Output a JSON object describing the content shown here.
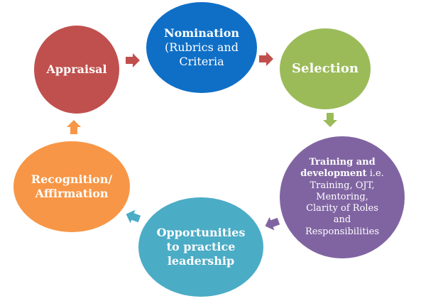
{
  "diagram": {
    "nodes": [
      {
        "id": "appraisal",
        "color": "#C0504D",
        "lines": [
          {
            "text": "Appraisal",
            "bold": true
          }
        ]
      },
      {
        "id": "nomination",
        "color": "#0F6FC6",
        "lines": [
          {
            "text": "Nomination",
            "bold": true
          },
          {
            "text": "(Rubrics and",
            "bold": false
          },
          {
            "text": "Criteria",
            "bold": false
          }
        ]
      },
      {
        "id": "selection",
        "color": "#9BBB59",
        "lines": [
          {
            "text": "Selection",
            "bold": true
          }
        ]
      },
      {
        "id": "training",
        "color": "#8064A2",
        "lines": [
          {
            "text": "Training and",
            "bold": true
          },
          {
            "text": "development",
            "bold": true,
            "suffix": " i.e."
          },
          {
            "text": "Training, OJT,",
            "bold": false
          },
          {
            "text": "Mentoring,",
            "bold": false
          },
          {
            "text": "Clarity of Roles",
            "bold": false
          },
          {
            "text": "and",
            "bold": false
          },
          {
            "text": "Responsibilities",
            "bold": false
          }
        ]
      },
      {
        "id": "opportunities",
        "color": "#4BACC6",
        "lines": [
          {
            "text": "Opportunities",
            "bold": true
          },
          {
            "text": "to practice",
            "bold": true
          },
          {
            "text": "leadership",
            "bold": true
          }
        ]
      },
      {
        "id": "recognition",
        "color": "#F79646",
        "lines": [
          {
            "text": "Recognition/",
            "bold": true
          },
          {
            "text": "Affirmation",
            "bold": true
          }
        ]
      }
    ],
    "arrows": [
      {
        "id": "appraisal-to-nomination",
        "color": "#C0504D"
      },
      {
        "id": "nomination-to-selection",
        "color": "#C0504D"
      },
      {
        "id": "selection-to-training",
        "color": "#9BBB59"
      },
      {
        "id": "training-to-opportunities",
        "color": "#8064A2"
      },
      {
        "id": "opportunities-to-recognition",
        "color": "#4BACC6"
      },
      {
        "id": "recognition-to-appraisal",
        "color": "#F79646"
      }
    ]
  }
}
